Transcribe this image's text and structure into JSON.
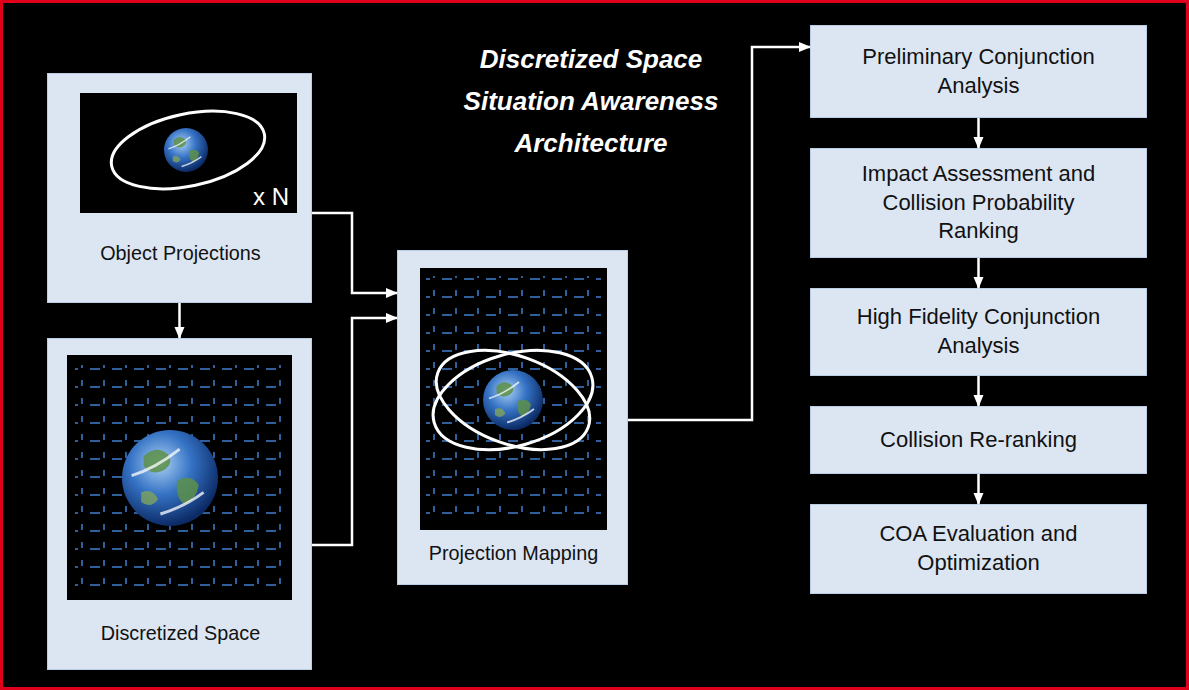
{
  "diagram": {
    "title": "Discretized Space Situation Awareness Architecture",
    "nodes": [
      {
        "text": [
          "x N",
          "Object Projections"
        ]
      },
      {
        "text": [
          "Discretized Space"
        ]
      },
      {
        "text": [
          "Projection Mapping"
        ]
      },
      {
        "text": [
          "Preliminary Conjunction Analysis"
        ]
      },
      {
        "text": [
          "Impact Assessment and Collision Probability Ranking"
        ]
      },
      {
        "text": [
          "High Fidelity Conjunction Analysis"
        ]
      },
      {
        "text": [
          "Collision Re-ranking"
        ]
      },
      {
        "text": [
          "COA Evaluation and Optimization"
        ]
      }
    ],
    "edges": [
      {
        "from": 0,
        "to": 1,
        "arrow": "to"
      },
      {
        "from": 0,
        "to": 2,
        "arrow": "to"
      },
      {
        "from": 1,
        "to": 2,
        "arrow": "to"
      },
      {
        "from": 2,
        "to": 3,
        "arrow": "to"
      },
      {
        "from": 3,
        "to": 4,
        "arrow": "to"
      },
      {
        "from": 4,
        "to": 5,
        "arrow": "to"
      },
      {
        "from": 5,
        "to": 6,
        "arrow": "to"
      },
      {
        "from": 6,
        "to": 7,
        "arrow": "to"
      }
    ]
  }
}
